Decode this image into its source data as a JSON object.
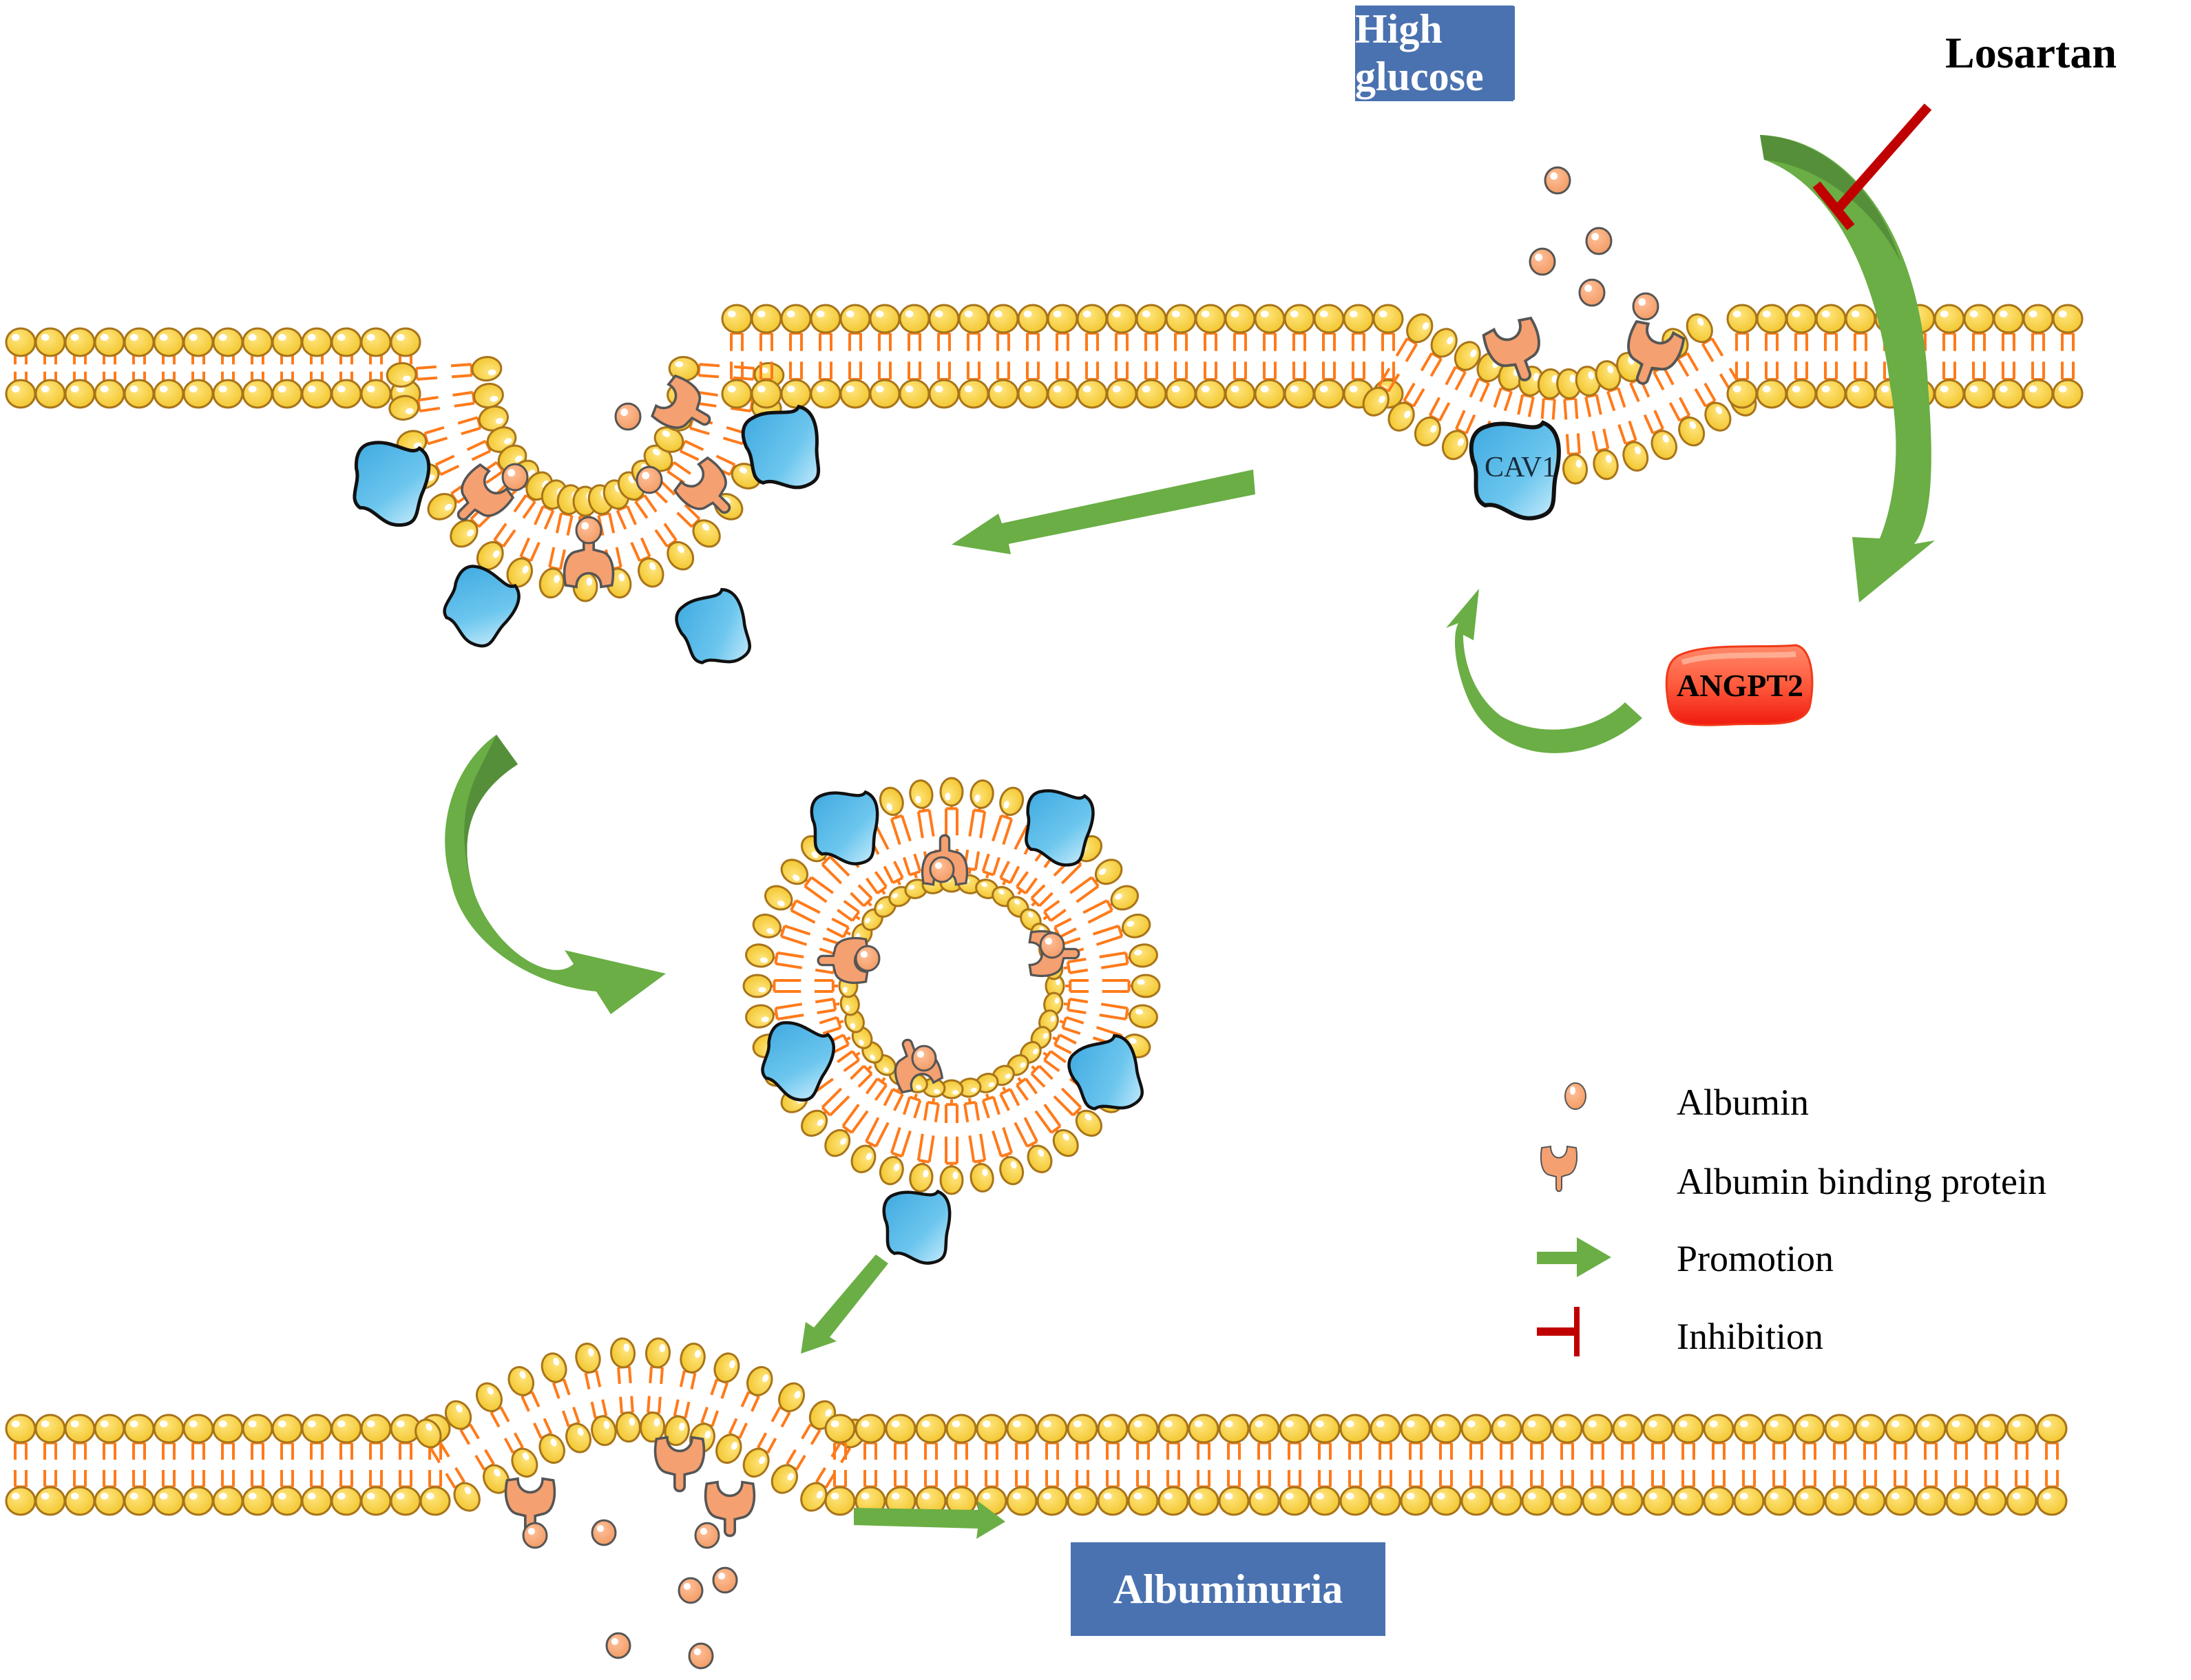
{
  "figure": {
    "type": "pathway-diagram",
    "description_nodes": {
      "stimulus": "High glucose",
      "inhibitor": "Losartan",
      "mediator": "ANGPT2",
      "membrane_protein": "CAV1",
      "outcome": "Albuminuria"
    }
  },
  "labels": {
    "high_glucose": "High glucose",
    "losartan": "Losartan",
    "angpt2": "ANGPT2",
    "cav1": "CAV1",
    "albuminuria": "Albuminuria"
  },
  "legend": {
    "items": [
      {
        "icon": "albumin-icon",
        "label": "Albumin"
      },
      {
        "icon": "albumin-binding-protein-icon",
        "label": "Albumin binding protein"
      },
      {
        "icon": "promotion-arrow-icon",
        "label": "Promotion"
      },
      {
        "icon": "inhibition-bar-icon",
        "label": "Inhibition"
      }
    ]
  },
  "colors": {
    "label_box": "#4a72b0",
    "arrow_green": "#6aae45",
    "arrow_green_dark": "#568f3a",
    "inhibition_red": "#c00000",
    "lipid_head": "#f6cf3a",
    "lipid_head_stroke": "#a8741a",
    "lipid_tail": "#ff7a1a",
    "albumin": "#f4a070",
    "protein_blue": "#5bbde8",
    "angpt2_red": "#ff5a3c"
  }
}
